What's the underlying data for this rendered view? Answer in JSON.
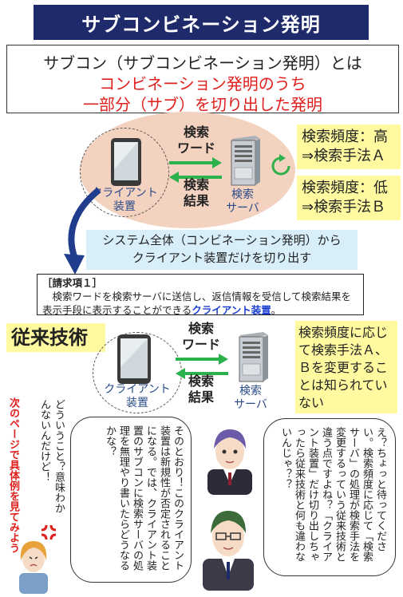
{
  "title": "サブコンビネーション発明",
  "definition": {
    "line1": "サブコン（サブコンビネーション発明）とは",
    "line2": "コンビネーション発明のうち",
    "line3": "一部分（サブ）を切り出した発明"
  },
  "top_diagram": {
    "client_label": "クライアント\n装置",
    "server_label": "検索\nサーバ",
    "arrow_right_label": "検索\nワード",
    "arrow_left_label": "検索\n結果",
    "freq_high": "検索頻度：高\n⇒検索手法Ａ",
    "freq_low": "検索頻度：低\n⇒検索手法Ｂ"
  },
  "cutout_note": "システム全体（コンビネーション発明）から\nクライアント装置だけを切り出す",
  "claim": {
    "header": "［請求項１］",
    "body": "　検索ワードを検索サーバに送信し、返信情報を受信して検索結果を表示手段に表示することができる",
    "highlight": "クライアント装置",
    "end": "。"
  },
  "prior_art": {
    "label": "従来技術",
    "client_label": "クライアント\n装置",
    "server_label": "検索\nサーバ",
    "arrow_right_label": "検索\nワード",
    "arrow_left_label": "検索\n結果",
    "note": "検索頻度に応じて検索手法Ａ、Ｂを変更することは知られていない"
  },
  "dialogue": {
    "right_bubble": "え？ちょっと待ってください。検索頻度に応じて「検索サーバ」の処理が検索手法を変更するっていう従来技術と違う点ですよね？「クライアント装置」だけ切り出しちゃったら従来技術と何も違わないんじゃ？？",
    "left_bubble": "そのとおり！このクライアント装置は新規性が否定されることになる。では、クライアント装置のサブコンに検索サーバの処理を無理やり書いたらどうなるかな？",
    "side_question": "どういうこと？意味わかんないんだけど！",
    "next_page": "次のページで具体例を見てみよう"
  },
  "colors": {
    "title_bg": "#1f2a6b",
    "accent_red": "#e0201c",
    "ellipse": "#f4d2c0",
    "yellow": "#fffaa0",
    "cyan": "#d8eef9",
    "arrow_green": "#2bb24c",
    "arrow_blue": "#1f3d8c",
    "claim_blue": "#1a3fd1"
  }
}
